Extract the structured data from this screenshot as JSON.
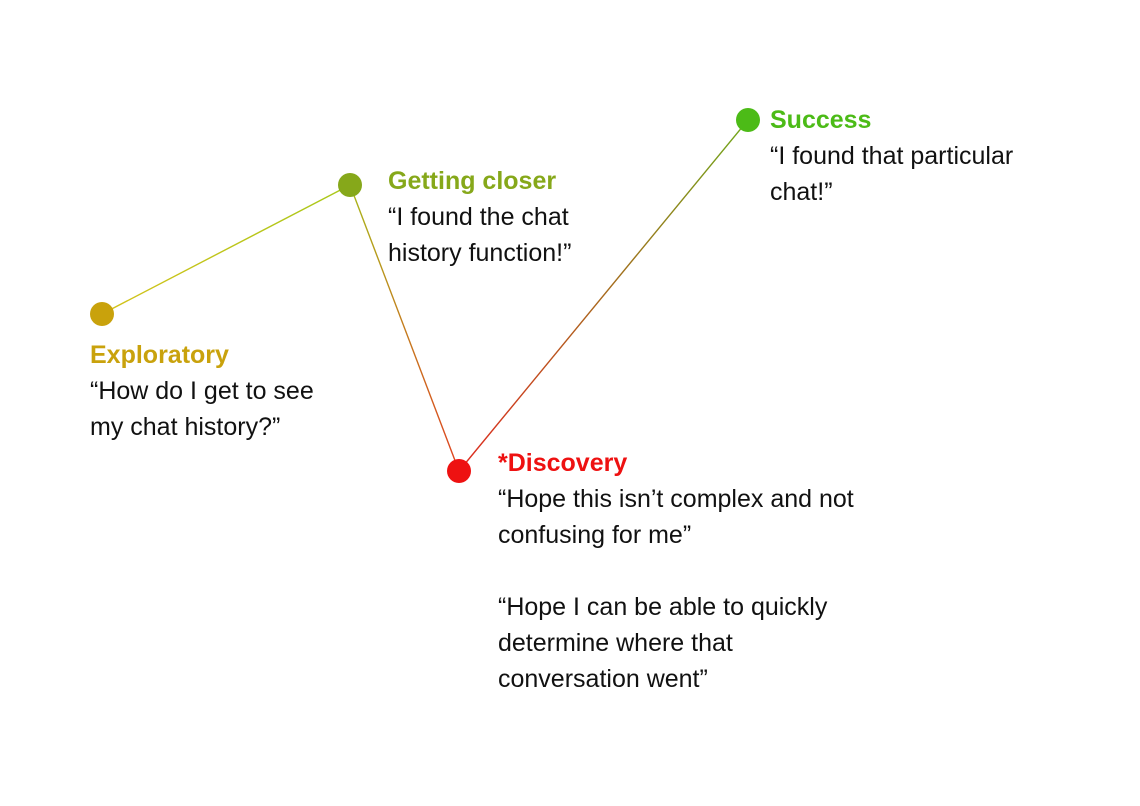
{
  "stages": {
    "exploratory": {
      "title": "Exploratory",
      "quote": "“How do I get to see\nmy chat history?”",
      "color": "#c9a20c"
    },
    "getting_closer": {
      "title": "Getting closer",
      "quote": "“I found the chat\nhistory function!”",
      "color": "#86a81a"
    },
    "discovery": {
      "title": "*Discovery",
      "quote_1": "“Hope this isn’t complex and not\nconfusing for me”",
      "quote_2": "“Hope I can be able to quickly\ndetermine where that\nconversation went”",
      "color": "#ee1111"
    },
    "success": {
      "title": "Success",
      "quote": "“I found that particular\nchat!”",
      "color": "#4cbb17"
    }
  }
}
